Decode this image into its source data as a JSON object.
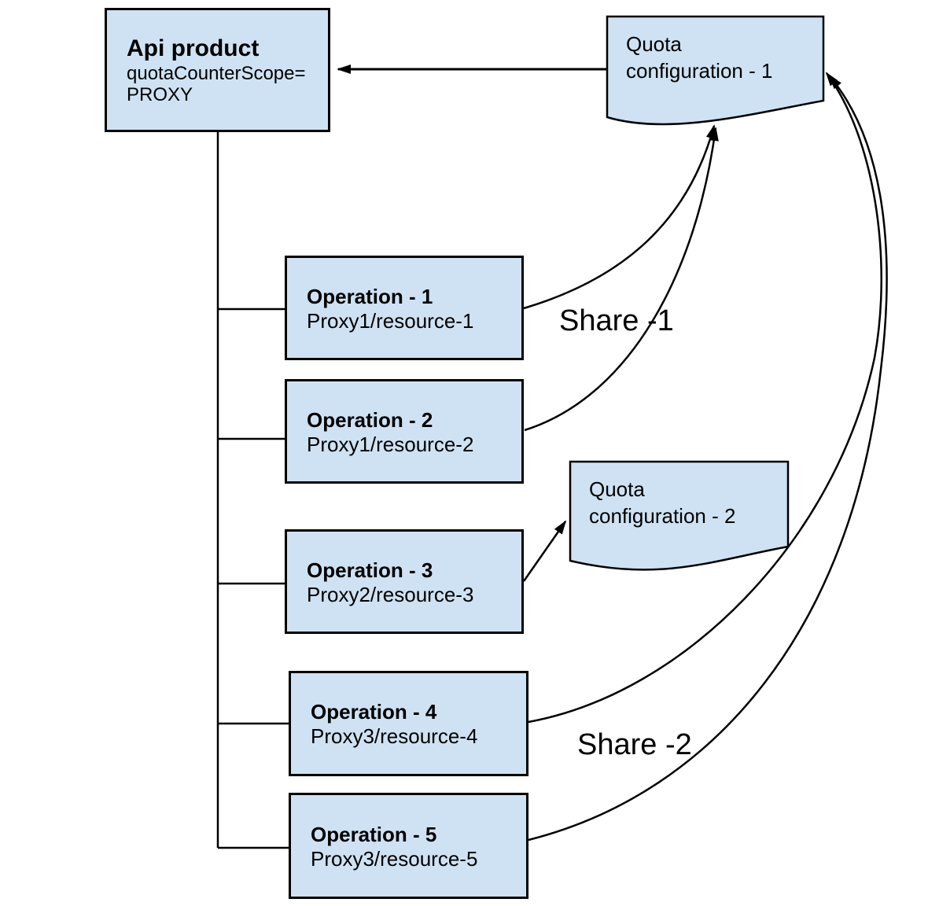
{
  "diagram": {
    "api_product": {
      "title": "Api product",
      "attr_line1": "quotaCounterScope=",
      "attr_line2": "PROXY"
    },
    "quota_configs": [
      {
        "line1": "Quota",
        "line2": "configuration - 1"
      },
      {
        "line1": "Quota",
        "line2": "configuration - 2"
      }
    ],
    "operations": [
      {
        "title": "Operation - 1",
        "subtitle": "Proxy1/resource-1"
      },
      {
        "title": "Operation - 2",
        "subtitle": "Proxy1/resource-2"
      },
      {
        "title": "Operation - 3",
        "subtitle": "Proxy2/resource-3"
      },
      {
        "title": "Operation - 4",
        "subtitle": "Proxy3/resource-4"
      },
      {
        "title": "Operation - 5",
        "subtitle": "Proxy3/resource-5"
      }
    ],
    "labels": {
      "share1": "Share -1",
      "share2": "Share -2"
    },
    "colors": {
      "box_fill": "#cfe2f3",
      "box_stroke": "#000000",
      "background": "#ffffff"
    }
  }
}
